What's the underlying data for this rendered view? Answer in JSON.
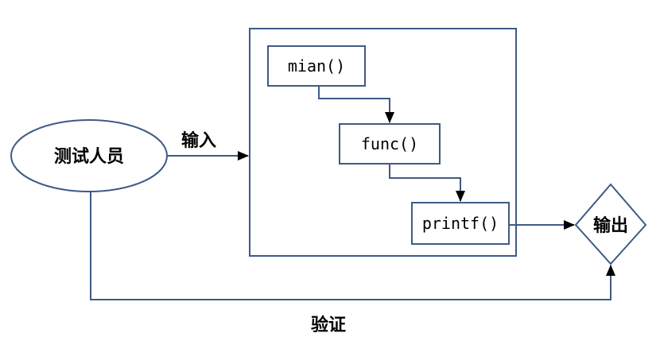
{
  "nodes": {
    "tester": "测试人员",
    "main_fn": "mian()",
    "func_fn": "func()",
    "printf_fn": "printf()",
    "output": "输出"
  },
  "edges": {
    "input_label": "输入",
    "verify_label": "验证"
  },
  "colors": {
    "stroke": "#3f5a85",
    "arrowhead": "#000000",
    "text": "#000000",
    "background": "#ffffff"
  }
}
